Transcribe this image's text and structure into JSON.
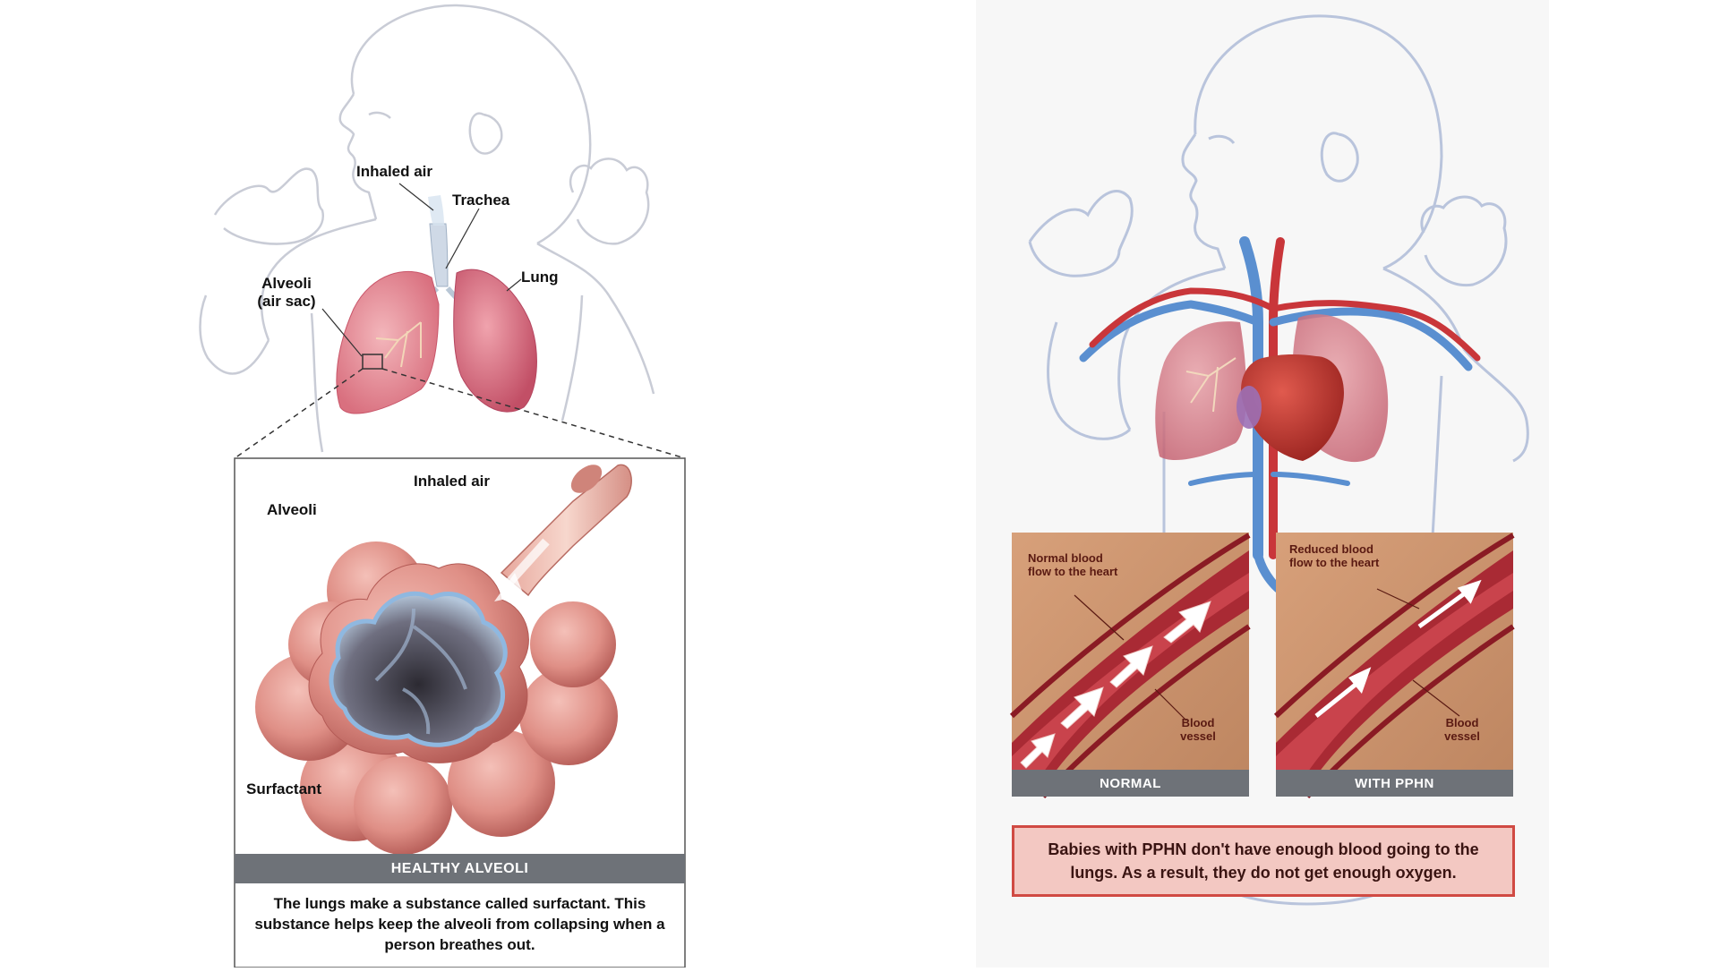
{
  "left": {
    "labels": {
      "inhaled_air": "Inhaled air",
      "trachea": "Trachea",
      "alveoli_air_sac": "Alveoli (air sac)",
      "lung": "Lung",
      "alveoli": "Alveoli",
      "inhaled_air_inset": "Inhaled air",
      "surfactant": "Surfactant"
    },
    "inset_title": "HEALTHY ALVEOLI",
    "caption": "The lungs make a substance called surfactant. This substance helps keep the alveoli from collapsing when a person breathes out."
  },
  "right": {
    "normal_panel": {
      "flow_label": "Normal blood flow to the heart",
      "vessel_label": "Blood vessel",
      "title": "NORMAL"
    },
    "pphn_panel": {
      "flow_label": "Reduced blood flow to the heart",
      "vessel_label": "Blood vessel",
      "title": "WITH PPHN"
    },
    "caption": "Babies with PPHN don't have enough blood going to the lungs. As a result, they do not get enough oxygen."
  },
  "colors": {
    "outline": "#c9ccd6",
    "lung_pink": "#e58a92",
    "lung_dark": "#c9566a",
    "artery_red": "#c9363a",
    "vein_blue": "#5a8fd0",
    "panel_tan": "#c8906a",
    "bar_gray": "#6e7278",
    "caption_border": "#d04a43",
    "caption_fill": "#f3c8c2"
  }
}
